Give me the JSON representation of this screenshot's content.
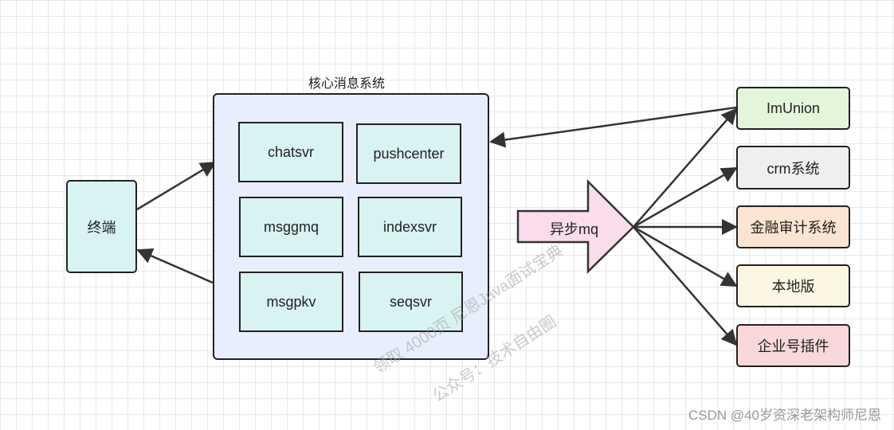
{
  "container": {
    "title": "核心消息系统"
  },
  "modules": [
    "chatsvr",
    "pushcenter",
    "msggmq",
    "indexsvr",
    "msgpkv",
    "seqsvr"
  ],
  "terminal": "终端",
  "async_arrow": "异步mq",
  "consumers": [
    {
      "label": "ImUnion",
      "color": "#e3f5da"
    },
    {
      "label": "crm系统",
      "color": "#efefef"
    },
    {
      "label": "金融审计系统",
      "color": "#fbe5d2"
    },
    {
      "label": "本地版",
      "color": "#fcf7e4"
    },
    {
      "label": "企业号插件",
      "color": "#f8d8d8"
    }
  ],
  "watermark": {
    "line1": "领取 4000页 尼恩Java面试宝典",
    "line2": "公众号：技术自由圈"
  },
  "footer": "CSDN @40岁资深老架构师尼恩",
  "colors": {
    "module_fill": "#d9f2f2",
    "container_fill": "#e8eefc",
    "mq_arrow_fill": "#fadcec"
  }
}
